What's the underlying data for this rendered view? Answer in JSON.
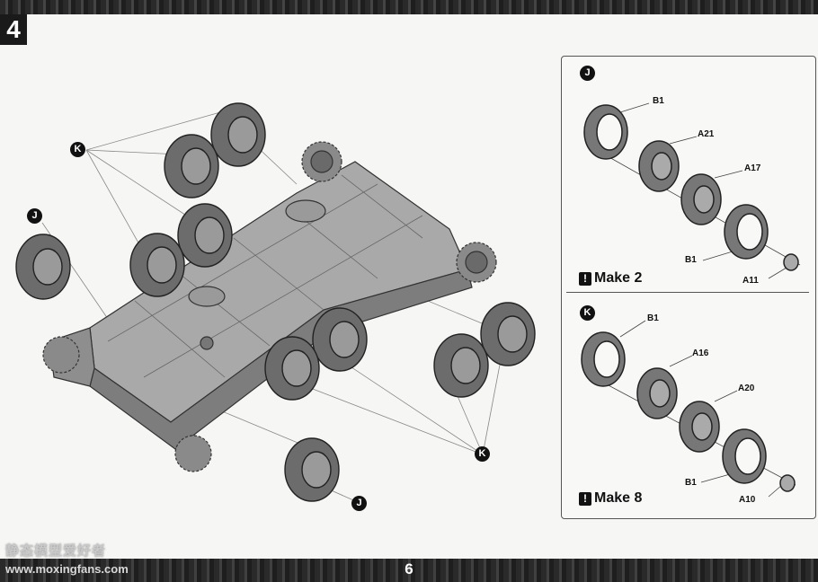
{
  "step_number": "4",
  "page_number": "6",
  "watermark": {
    "logo_text": "静态模型爱好者",
    "url": "www.moxingfans.com"
  },
  "main_callouts": {
    "k_label": "K",
    "j_label": "J"
  },
  "panel_j": {
    "badge": "J",
    "parts": {
      "b1_top": "B1",
      "a21": "A21",
      "a17": "A17",
      "b1_bottom": "B1",
      "a11": "A11"
    },
    "make_label": "Make 2",
    "excl": "!"
  },
  "panel_k": {
    "badge": "K",
    "parts": {
      "b1_top": "B1",
      "a16": "A16",
      "a20": "A20",
      "b1_bottom": "B1",
      "a10": "A10"
    },
    "make_label": "Make 8",
    "excl": "!"
  }
}
